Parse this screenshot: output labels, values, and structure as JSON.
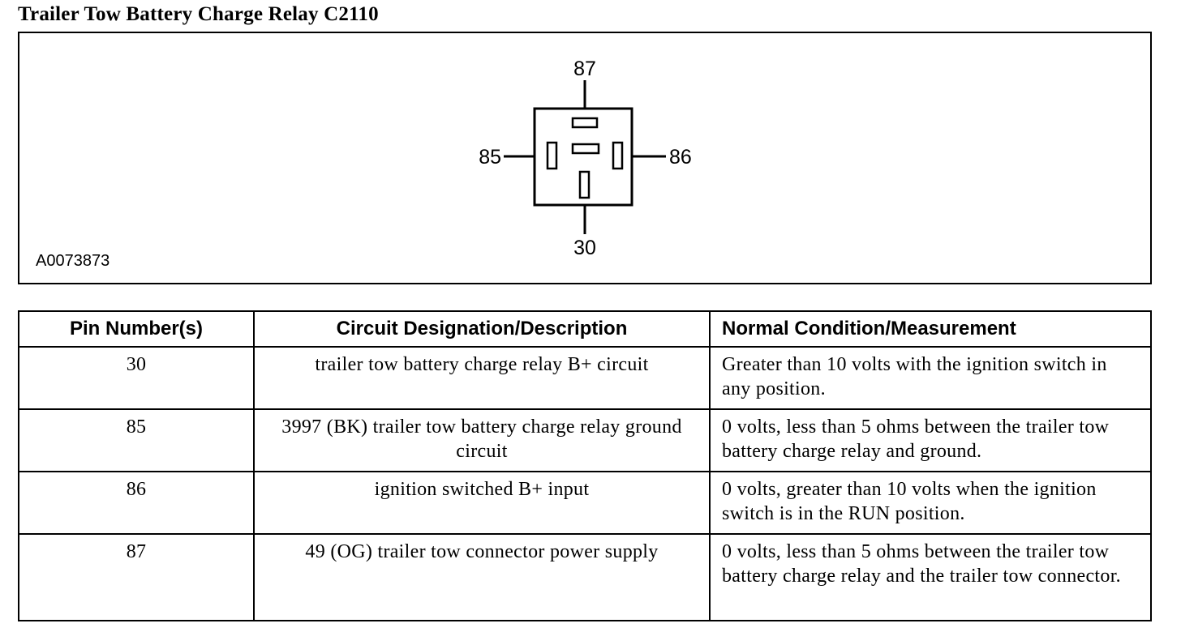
{
  "title": "Trailer Tow Battery Charge Relay C2110",
  "figure": {
    "id": "A0073873",
    "pins": {
      "top": "87",
      "left": "85",
      "right": "86",
      "bottom": "30"
    }
  },
  "table": {
    "headers": [
      "Pin Number(s)",
      "Circuit Designation/Description",
      "Normal Condition/Measurement"
    ],
    "rows": [
      {
        "pin": "30",
        "circuit": "trailer tow battery charge relay B+ circuit",
        "condition": "Greater than 10 volts with the ignition switch in any position."
      },
      {
        "pin": "85",
        "circuit": "3997 (BK) trailer tow battery charge relay ground circuit",
        "condition": "0 volts, less than 5 ohms between the trailer tow battery charge relay and ground."
      },
      {
        "pin": "86",
        "circuit": "ignition switched B+ input",
        "condition": "0 volts, greater than 10 volts when the ignition switch is in the RUN position."
      },
      {
        "pin": "87",
        "circuit": "49 (OG) trailer tow connector power supply",
        "condition": "0 volts, less than 5 ohms between the trailer tow battery charge relay and the trailer tow connector."
      }
    ]
  }
}
